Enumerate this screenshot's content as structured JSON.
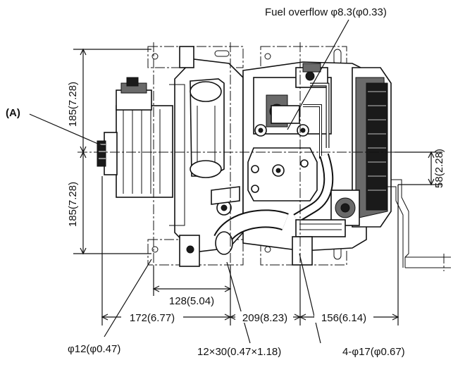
{
  "labels": {
    "fuel_overflow": "Fuel overflow φ8.3(φ0.33)",
    "callout_a": "(A)",
    "dim_185_top": "185(7.28)",
    "dim_185_bottom": "185(7.28)",
    "dim_58": "58(2.28)",
    "dim_128": "128(5.04)",
    "dim_172": "172(6.77)",
    "dim_209": "209(8.23)",
    "dim_156": "156(6.14)",
    "hole_12": "φ12(φ0.47)",
    "slot_12x30": "12×30(0.47×1.18)",
    "holes_4x17": "4-φ17(φ0.67)"
  }
}
